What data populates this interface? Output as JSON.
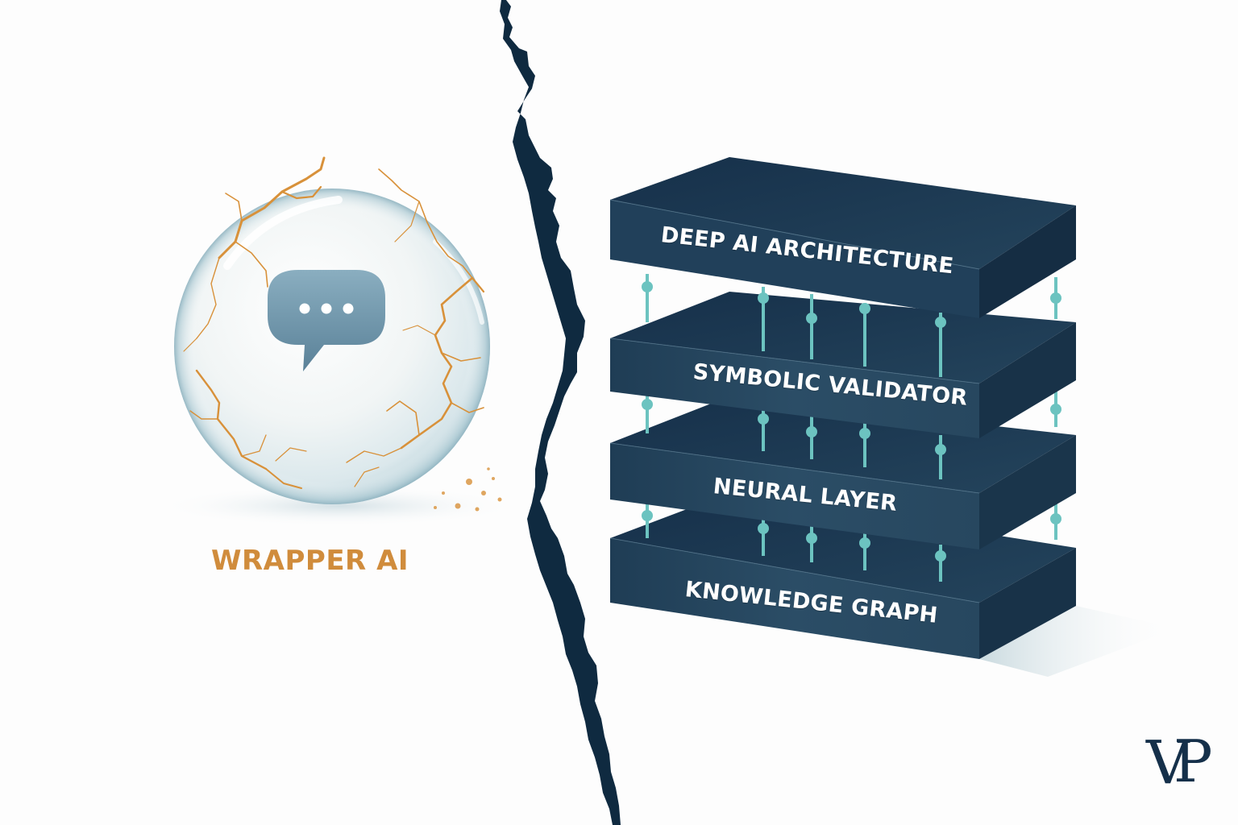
{
  "left_panel": {
    "title": "WRAPPER AI",
    "icon": "chat-bubble-icon",
    "visual": "cracked-glass-sphere",
    "colors": {
      "label": "#D08C3C",
      "cracks": "#D8913A",
      "bubble": "#6E93AA"
    }
  },
  "divider": {
    "visual": "jagged-crack",
    "color": "#0F2A40"
  },
  "right_panel": {
    "visual": "stacked-layers",
    "layers": [
      {
        "label": "DEEP AI ARCHITECTURE"
      },
      {
        "label": "SYMBOLIC VALIDATOR"
      },
      {
        "label": "NEURAL LAYER"
      },
      {
        "label": "KNOWLEDGE GRAPH"
      }
    ],
    "colors": {
      "slab_front": "#27475F",
      "slab_top": "#1E3A52",
      "slab_side": "#183248",
      "connector": "#6CC3C0"
    }
  },
  "logo": {
    "text_v": "V",
    "text_p": "P",
    "color": "#15304A"
  }
}
